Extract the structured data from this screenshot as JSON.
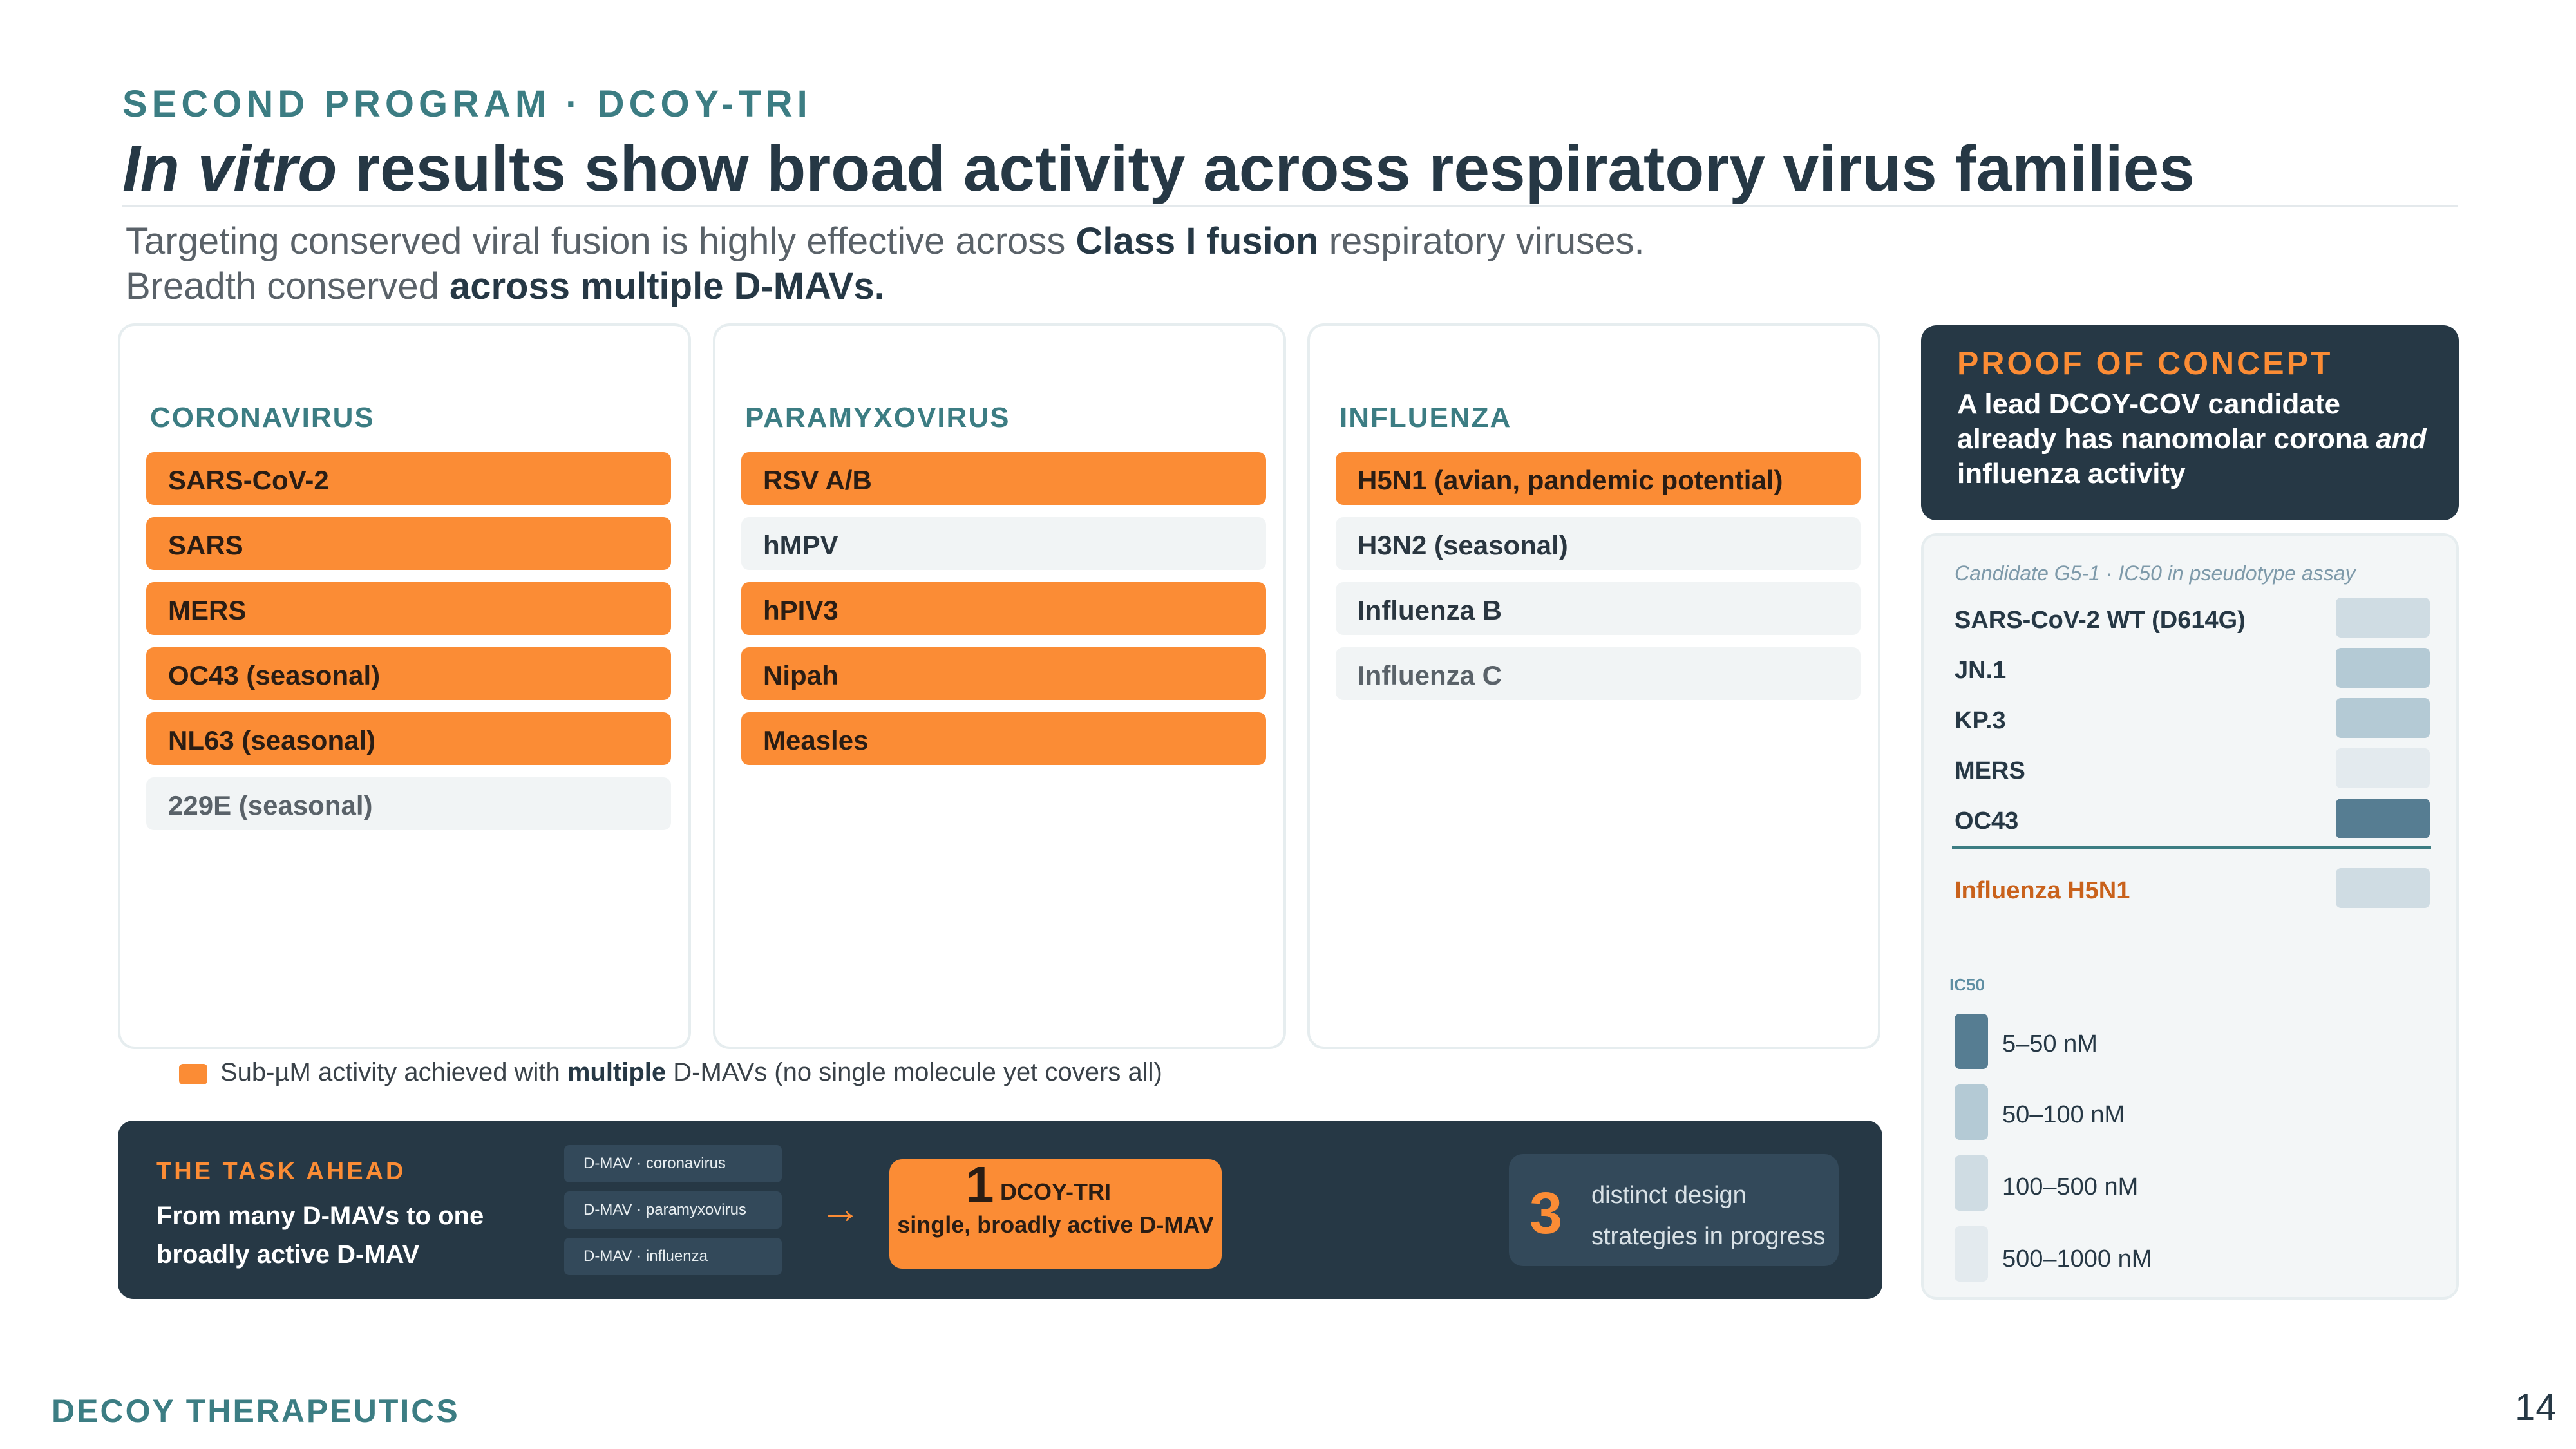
{
  "header": {
    "eyebrow": "SECOND PROGRAM · DCOY-TRI",
    "title_italic": "In vitro",
    "title_rest": " results show broad activity across respiratory virus families",
    "subtitle_1a": "Targeting conserved viral fusion is highly effective across ",
    "subtitle_1b": "Class I fusion",
    "subtitle_1c": " respiratory viruses.",
    "subtitle_2a": "Breadth conserved ",
    "subtitle_2b": "across multiple D-MAVs."
  },
  "families": [
    {
      "name": "CORONAVIRUS",
      "viruses": [
        {
          "label": "SARS-CoV-2",
          "active": true
        },
        {
          "label": "SARS",
          "active": true
        },
        {
          "label": "MERS",
          "active": true
        },
        {
          "label": "OC43 (seasonal)",
          "active": true
        },
        {
          "label": "NL63 (seasonal)",
          "active": true
        },
        {
          "label": "229E (seasonal)",
          "active": false
        }
      ]
    },
    {
      "name": "PARAMYXOVIRUS",
      "viruses": [
        {
          "label": "RSV A/B",
          "active": true
        },
        {
          "label": "hMPV",
          "active": false
        },
        {
          "label": "hPIV3",
          "active": true
        },
        {
          "label": "Nipah",
          "active": true
        },
        {
          "label": "Measles",
          "active": true
        }
      ]
    },
    {
      "name": "INFLUENZA",
      "viruses": [
        {
          "label": "H5N1 (avian, pandemic potential)",
          "active": true
        },
        {
          "label": "H3N2 (seasonal)",
          "active": false
        },
        {
          "label": "Influenza B",
          "active": false
        },
        {
          "label": "Influenza C",
          "active": false
        }
      ]
    }
  ],
  "legend": {
    "text_a": "Sub-µM activity achieved with ",
    "text_b": "multiple",
    "text_c": " D-MAVs (no single molecule yet covers all)",
    "color": "#fb8c35"
  },
  "task": {
    "heading": "THE TASK AHEAD",
    "body": "From many D-MAVs to one broadly active D-MAV",
    "chips": [
      "D-MAV · coronavirus",
      "D-MAV · paramyxovirus",
      "D-MAV · influenza"
    ],
    "arrow": "→",
    "target_number": "1",
    "target_name": "DCOY-TRI",
    "target_desc": "single, broadly active D-MAV",
    "strategies_number": "3",
    "strategies_text": "distinct design strategies in progress"
  },
  "proof": {
    "heading": "PROOF OF CONCEPT",
    "body_a": "A lead DCOY-COV candidate already has nanomolar corona ",
    "body_italic": "and",
    "body_b": " influenza activity"
  },
  "ic50": {
    "caption": "Candidate G5-1 · IC50 in pseudotype assay",
    "rows": [
      {
        "label": "SARS-CoV-2 WT (D614G)",
        "bin": "100–500 nM"
      },
      {
        "label": "JN.1",
        "bin": "50–100 nM"
      },
      {
        "label": "KP.3",
        "bin": "50–100 nM"
      },
      {
        "label": "MERS",
        "bin": "500–1000 nM"
      },
      {
        "label": "OC43",
        "bin": "5–50 nM"
      }
    ],
    "influenza_row": {
      "label": "Influenza H5N1",
      "bin": "100–500 nM"
    },
    "legend_title": "IC50",
    "legend": [
      {
        "label": "5–50 nM",
        "color": "#567d92"
      },
      {
        "label": "50–100 nM",
        "color": "#b4cad5"
      },
      {
        "label": "100–500 nM",
        "color": "#cfdce3"
      },
      {
        "label": "500–1000 nM",
        "color": "#e3eaee"
      }
    ],
    "influenza_color": "#c9621c"
  },
  "footer": {
    "company": "DECOY THERAPEUTICS",
    "page": "14"
  }
}
